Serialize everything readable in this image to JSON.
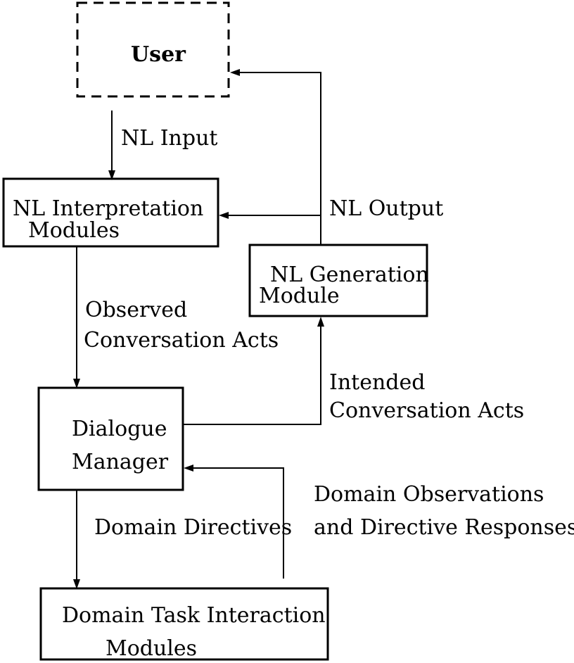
{
  "nodes": {
    "user": {
      "label": "User"
    },
    "nl_interpretation": {
      "lines": [
        "NL Interpretation",
        "Modules"
      ]
    },
    "nl_generation": {
      "lines": [
        "NL Generation",
        "Module"
      ]
    },
    "dialogue_manager": {
      "lines": [
        "Dialogue",
        "Manager"
      ]
    },
    "domain_task": {
      "lines": [
        "Domain Task Interaction",
        "Modules"
      ]
    }
  },
  "edges": {
    "nl_input": {
      "lines": [
        "NL Input"
      ]
    },
    "nl_output": {
      "lines": [
        "NL Output"
      ]
    },
    "observed_acts": {
      "lines": [
        "Observed",
        "Conversation Acts"
      ]
    },
    "intended_acts": {
      "lines": [
        "Intended",
        "Conversation Acts"
      ]
    },
    "domain_directives": {
      "lines": [
        "Domain Directives"
      ]
    },
    "domain_observations": {
      "lines": [
        "Domain Observations",
        "and Directive Responses"
      ]
    }
  }
}
